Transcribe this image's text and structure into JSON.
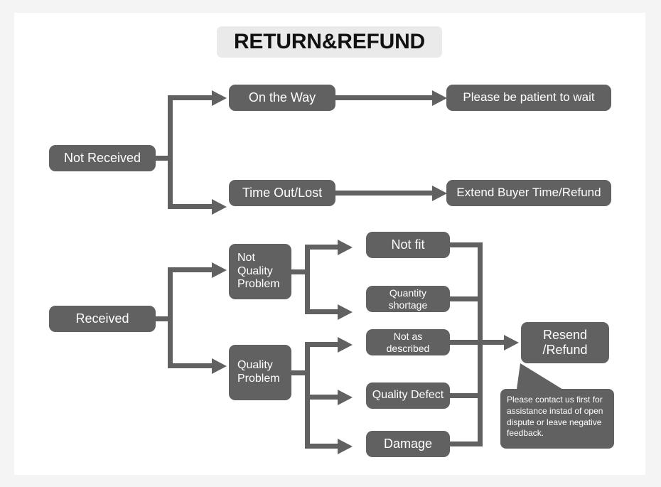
{
  "page": {
    "title": "RETURN&REFUND",
    "background_color": "#f4f4f5",
    "canvas_color": "#ffffff",
    "node_color": "#616161",
    "node_text_color": "#ffffff",
    "title_chip_color": "#eaeaea",
    "title_text_color": "#111111",
    "connector_color": "#616161"
  },
  "branches": {
    "not_received": {
      "root": "Not Received",
      "children": [
        {
          "label": "On the Way",
          "outcome": "Please be patient to wait"
        },
        {
          "label": "Time Out/Lost",
          "outcome": "Extend Buyer Time/Refund"
        }
      ]
    },
    "received": {
      "root": "Received",
      "groups": [
        {
          "label": "Not\nQuality\nProblem",
          "reasons": [
            "Not fit",
            "Quantity shortage"
          ]
        },
        {
          "label": "Quality\nProblem",
          "reasons": [
            "Not as described",
            "Quality Defect",
            "Damage"
          ]
        }
      ],
      "outcome": "Resend\n/Refund"
    }
  },
  "callout": {
    "text": "Please contact us first for assistance instad of open dispute or leave negative feedback."
  }
}
